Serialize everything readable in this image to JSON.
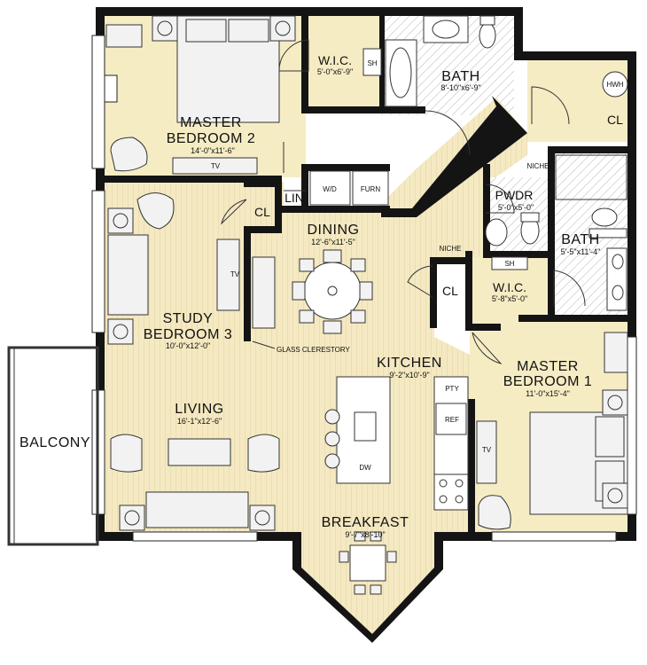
{
  "rooms": {
    "master2": {
      "name1": "MASTER",
      "name2": "BEDROOM 2",
      "dims": "14'-0\"x11'-6\""
    },
    "wic_top": {
      "name": "W.I.C.",
      "dims": "5'-0\"x6'-9\""
    },
    "bath_top": {
      "name": "BATH",
      "dims": "8'-10\"x6'-9\""
    },
    "pwdr": {
      "name": "PWDR",
      "dims": "5'-0\"x5'-0\""
    },
    "bath_right": {
      "name": "BATH",
      "dims": "5'-5\"x11'-4\""
    },
    "dining": {
      "name": "DINING",
      "dims": "12'-6\"x11'-5\""
    },
    "wic_mid": {
      "name": "W.I.C.",
      "dims": "5'-8\"x5'-0\""
    },
    "study": {
      "name1": "STUDY",
      "name2": "BEDROOM 3",
      "dims": "10'-0\"x12'-0\""
    },
    "kitchen": {
      "name": "KITCHEN",
      "dims": "9'-2\"x10'-9\""
    },
    "master1": {
      "name1": "MASTER",
      "name2": "BEDROOM 1",
      "dims": "11'-0\"x15'-4\""
    },
    "living": {
      "name": "LIVING",
      "dims": "16'-1\"x12'-6\""
    },
    "breakfast": {
      "name": "BREAKFAST",
      "dims": "9'-7\"x8'-10\""
    },
    "balcony": {
      "name": "BALCONY"
    }
  },
  "labels": {
    "sh": "SH",
    "hwh": "HWH",
    "cl": "CL",
    "lin": "LIN",
    "wd": "W/D",
    "furn": "FURN",
    "niche": "NICHE",
    "tv": "TV",
    "pty": "PTY",
    "ref": "REF",
    "dw": "DW",
    "glass": "GLASS CLERESTORY"
  }
}
